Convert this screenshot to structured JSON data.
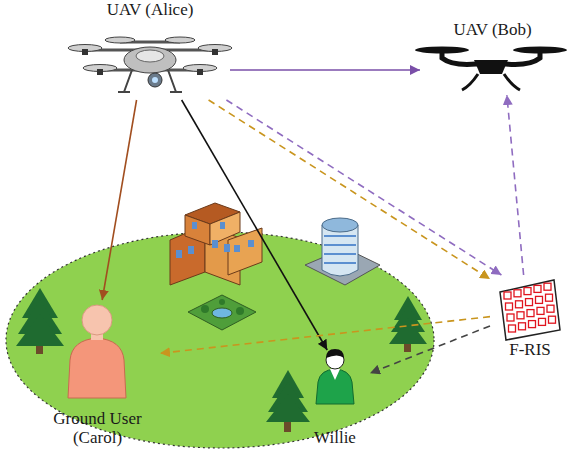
{
  "diagram": {
    "nodes": [
      {
        "text": [
          "UAV (Alice)"
        ]
      },
      {
        "text": [
          "UAV (Bob)"
        ]
      },
      {
        "text": [
          "F-RIS"
        ]
      },
      {
        "text": [
          "Ground User (Carol)"
        ]
      },
      {
        "text": [
          "Willie"
        ]
      }
    ],
    "edges": [
      {
        "from": 0,
        "to": 1,
        "arrow": "to"
      },
      {
        "from": 0,
        "to": 3,
        "arrow": "to"
      },
      {
        "from": 0,
        "to": 4,
        "arrow": "to"
      },
      {
        "from": 0,
        "to": 2,
        "arrow": "to"
      },
      {
        "from": 0,
        "to": 2,
        "arrow": "to"
      },
      {
        "from": 2,
        "to": 1,
        "arrow": "to"
      },
      {
        "from": 2,
        "to": 3,
        "arrow": "to"
      },
      {
        "from": 2,
        "to": 4,
        "arrow": "to"
      }
    ]
  }
}
